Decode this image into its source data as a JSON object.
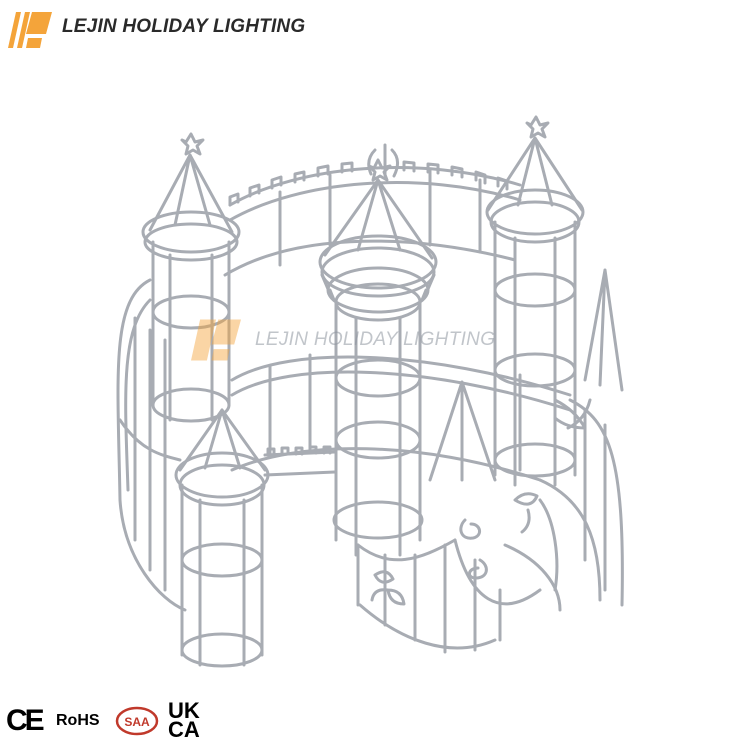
{
  "header": {
    "brand_name": "LEJIN HOLIDAY LIGHTING",
    "logo_icon": "lejin-logo-mark",
    "brand_color": "#f4a43a"
  },
  "watermark": {
    "text": "LEJIN HOLIDAY LIGHTING"
  },
  "product": {
    "frame_color": "#a8acb3",
    "background": "#ffffff"
  },
  "certifications": {
    "ce": "CE",
    "rohs": "RoHS",
    "saa": "SAA",
    "ukca_top": "UK",
    "ukca_bottom": "CA"
  }
}
